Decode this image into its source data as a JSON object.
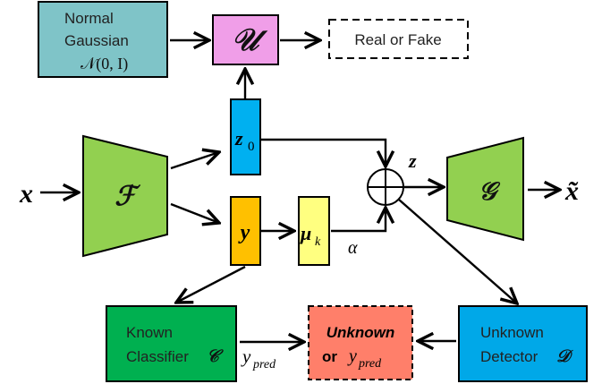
{
  "nodes": {
    "normal_gaussian": {
      "line1": "Normal",
      "line2": "Gaussian",
      "line3": "𝒩(0, I)"
    },
    "u_net": {
      "label": "𝒰"
    },
    "real_or_fake": {
      "label": "Real or Fake"
    },
    "input_x": {
      "label": "x"
    },
    "encoder": {
      "label": "ℱ"
    },
    "z0": {
      "label": "z",
      "subscript": "0"
    },
    "y_block": {
      "label": "y"
    },
    "mu_k": {
      "label": "μ",
      "subscript": "k"
    },
    "alpha": {
      "label": "α"
    },
    "combine": {
      "label": "⊕"
    },
    "z": {
      "label": "z"
    },
    "generator": {
      "label": "𝒢"
    },
    "output_x": {
      "label": "x̃"
    },
    "known_classifier": {
      "line1": "Known",
      "line2": "Classifier",
      "symbol": "𝒞"
    },
    "y_pred_edge": {
      "label": "y",
      "subscript": "pred"
    },
    "unknown_or": {
      "line1": "Unknown",
      "line2_prefix": "or",
      "y": "y",
      "subscript": "pred"
    },
    "unknown_detector": {
      "line1": "Unknown",
      "line2": "Detector",
      "symbol": "𝒟"
    }
  },
  "colors": {
    "gaussian": "#7fc4c8",
    "u_net": "#f09ee8",
    "encoder": "#92d050",
    "z0": "#00b0f0",
    "y_block": "#ffc000",
    "mu_k": "#ffff80",
    "generator": "#92d050",
    "classifier": "#00b050",
    "unknown_or": "#ff7f6a",
    "detector": "#00a8e8"
  }
}
